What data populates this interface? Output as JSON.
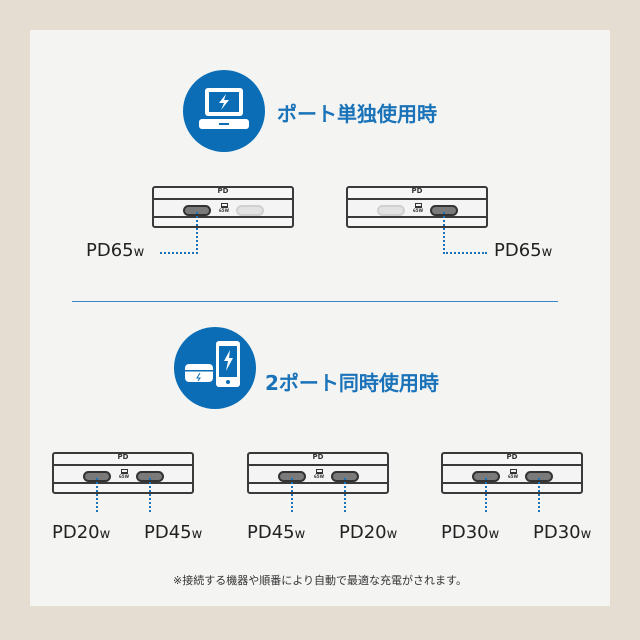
{
  "section_single": {
    "title": "ポート単独使用時",
    "icon": "laptop-charging-icon",
    "devices": [
      {
        "active": "left",
        "label": "PD65",
        "unit": "w"
      },
      {
        "active": "right",
        "label": "PD65",
        "unit": "w"
      }
    ]
  },
  "section_dual": {
    "title": "2ポート同時使用時",
    "icon": "phone-earbuds-charging-icon",
    "devices": [
      {
        "left": "PD20",
        "right": "PD45"
      },
      {
        "left": "PD45",
        "right": "PD20"
      },
      {
        "left": "PD30",
        "right": "PD30"
      }
    ],
    "unit": "w"
  },
  "device": {
    "top_label": "PD",
    "port_rating": "65W"
  },
  "note": "※接続する機器や順番により自動で最適な充電がされます。",
  "colors": {
    "accent": "#0a6db5",
    "background": "#e6ddd2"
  }
}
